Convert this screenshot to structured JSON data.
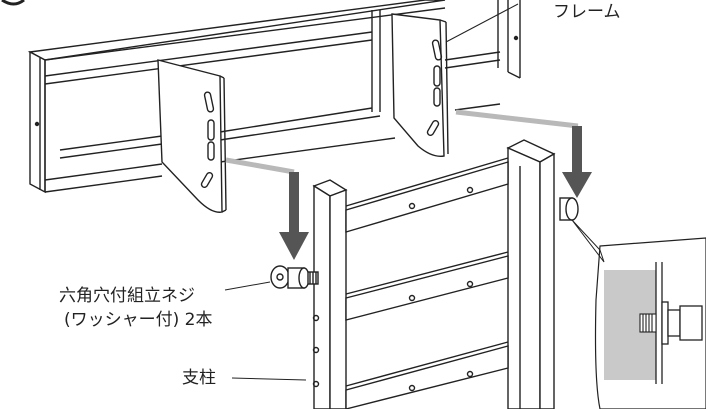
{
  "labels": {
    "frame": "フレーム",
    "screw_line1": "六角穴付組立ネジ",
    "screw_line2": "(ワッシャー付) 2本",
    "post": "支柱"
  },
  "colors": {
    "line": "#222222",
    "arrow": "#555555",
    "guide": "#b9b9b9",
    "inset_bg": "#c9c9c9"
  }
}
